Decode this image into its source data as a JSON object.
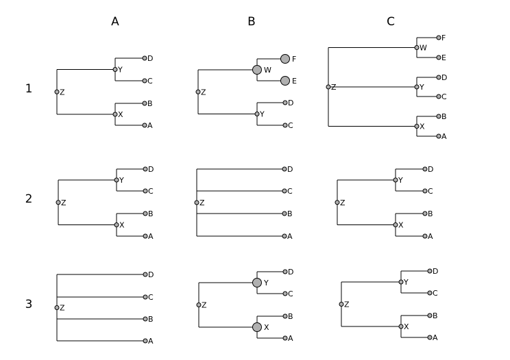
{
  "columns": [
    "A",
    "B",
    "C"
  ],
  "rows": [
    "1",
    "2",
    "3"
  ],
  "highlight_color": "#2200ee",
  "node_color": "#b0b0b0",
  "trees": [
    {
      "id": "1A",
      "root": {
        "name": "Z",
        "children": [
          {
            "name": "Y",
            "children": [
              {
                "name": "D"
              },
              {
                "name": "C"
              }
            ]
          },
          {
            "name": "X",
            "children": [
              {
                "name": "B"
              },
              {
                "name": "A"
              }
            ]
          }
        ]
      }
    },
    {
      "id": "1B",
      "root": {
        "name": "Z",
        "children": [
          {
            "name": "W",
            "highlight": true,
            "children": [
              {
                "name": "F",
                "highlight": true
              },
              {
                "name": "E",
                "highlight": true
              }
            ]
          },
          {
            "name": "Y",
            "children": [
              {
                "name": "D"
              },
              {
                "name": "C"
              }
            ]
          }
        ]
      }
    },
    {
      "id": "1C",
      "root": {
        "name": "Z",
        "children": [
          {
            "name": "W",
            "children": [
              {
                "name": "F"
              },
              {
                "name": "E"
              }
            ]
          },
          {
            "name": "Y",
            "children": [
              {
                "name": "D"
              },
              {
                "name": "C"
              }
            ]
          },
          {
            "name": "X",
            "children": [
              {
                "name": "B"
              },
              {
                "name": "A"
              }
            ]
          }
        ]
      }
    },
    {
      "id": "2A",
      "root": {
        "name": "Z",
        "children": [
          {
            "name": "Y",
            "children": [
              {
                "name": "D"
              },
              {
                "name": "C"
              }
            ]
          },
          {
            "name": "X",
            "children": [
              {
                "name": "B"
              },
              {
                "name": "A"
              }
            ]
          }
        ]
      }
    },
    {
      "id": "2B",
      "root": {
        "name": "Z",
        "children": [
          {
            "name": "D"
          },
          {
            "name": "C"
          },
          {
            "name": "B"
          },
          {
            "name": "A"
          }
        ]
      }
    },
    {
      "id": "2C",
      "root": {
        "name": "Z",
        "children": [
          {
            "name": "Y",
            "children": [
              {
                "name": "D"
              },
              {
                "name": "C"
              }
            ]
          },
          {
            "name": "X",
            "children": [
              {
                "name": "B"
              },
              {
                "name": "A"
              }
            ]
          }
        ]
      }
    },
    {
      "id": "3A",
      "root": {
        "name": "Z",
        "children": [
          {
            "name": "D"
          },
          {
            "name": "C"
          },
          {
            "name": "B"
          },
          {
            "name": "A"
          }
        ]
      }
    },
    {
      "id": "3B",
      "root": {
        "name": "Z",
        "children": [
          {
            "name": "Y",
            "highlight": true,
            "children": [
              {
                "name": "D"
              },
              {
                "name": "C"
              }
            ]
          },
          {
            "name": "X",
            "highlight": true,
            "children": [
              {
                "name": "B"
              },
              {
                "name": "A"
              }
            ]
          }
        ]
      }
    },
    {
      "id": "3C",
      "root": {
        "name": "Z",
        "children": [
          {
            "name": "Y",
            "children": [
              {
                "name": "D"
              },
              {
                "name": "C"
              }
            ]
          },
          {
            "name": "X",
            "children": [
              {
                "name": "B"
              },
              {
                "name": "A"
              }
            ]
          }
        ]
      }
    }
  ]
}
